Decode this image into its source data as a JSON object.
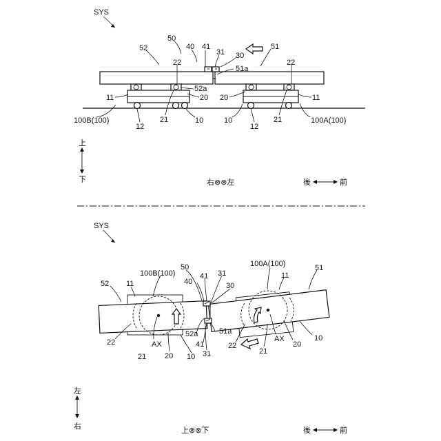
{
  "top_view": {
    "system_label": "SYS",
    "labels": {
      "l52": "52",
      "l50": "50",
      "l40": "40",
      "l41": "41",
      "l31": "31",
      "l30": "30",
      "l51": "51",
      "l51a": "51a",
      "l22a": "22",
      "l22b": "22",
      "l52a": "52a",
      "l20a": "20",
      "l20b": "20",
      "l11a": "11",
      "l11b": "11",
      "l100B": "100B(100)",
      "l12a": "12",
      "l21a": "21",
      "l10a": "10",
      "l10b": "10",
      "l12b": "12",
      "l21b": "21",
      "l100A": "100A(100)"
    },
    "axis_vertical": {
      "top": "上",
      "bottom": "下"
    },
    "axis_depth": "右⊗⊗左",
    "axis_longitudinal": {
      "left": "後",
      "right": "前"
    }
  },
  "bottom_view": {
    "system_label": "SYS",
    "labels": {
      "l52": "52",
      "l11a": "11",
      "l100B": "100B(100)",
      "l50": "50",
      "l40": "40",
      "l41a": "41",
      "l31a": "31",
      "l30": "30",
      "l100A": "100A(100)",
      "l51": "51",
      "l11b": "11",
      "l22a": "22",
      "l52a": "52a",
      "l41b": "41",
      "l51a": "51a",
      "l22b": "22",
      "lAXa": "AX",
      "l20a": "20",
      "l10a": "10",
      "l21a": "21",
      "l31b": "31",
      "l21b": "21",
      "lAXb": "AX",
      "l20b": "20",
      "l10b": "10"
    },
    "axis_vertical": {
      "top": "左",
      "bottom": "右"
    },
    "axis_depth": "上⊗⊗下",
    "axis_longitudinal": {
      "left": "後",
      "right": "前"
    }
  }
}
